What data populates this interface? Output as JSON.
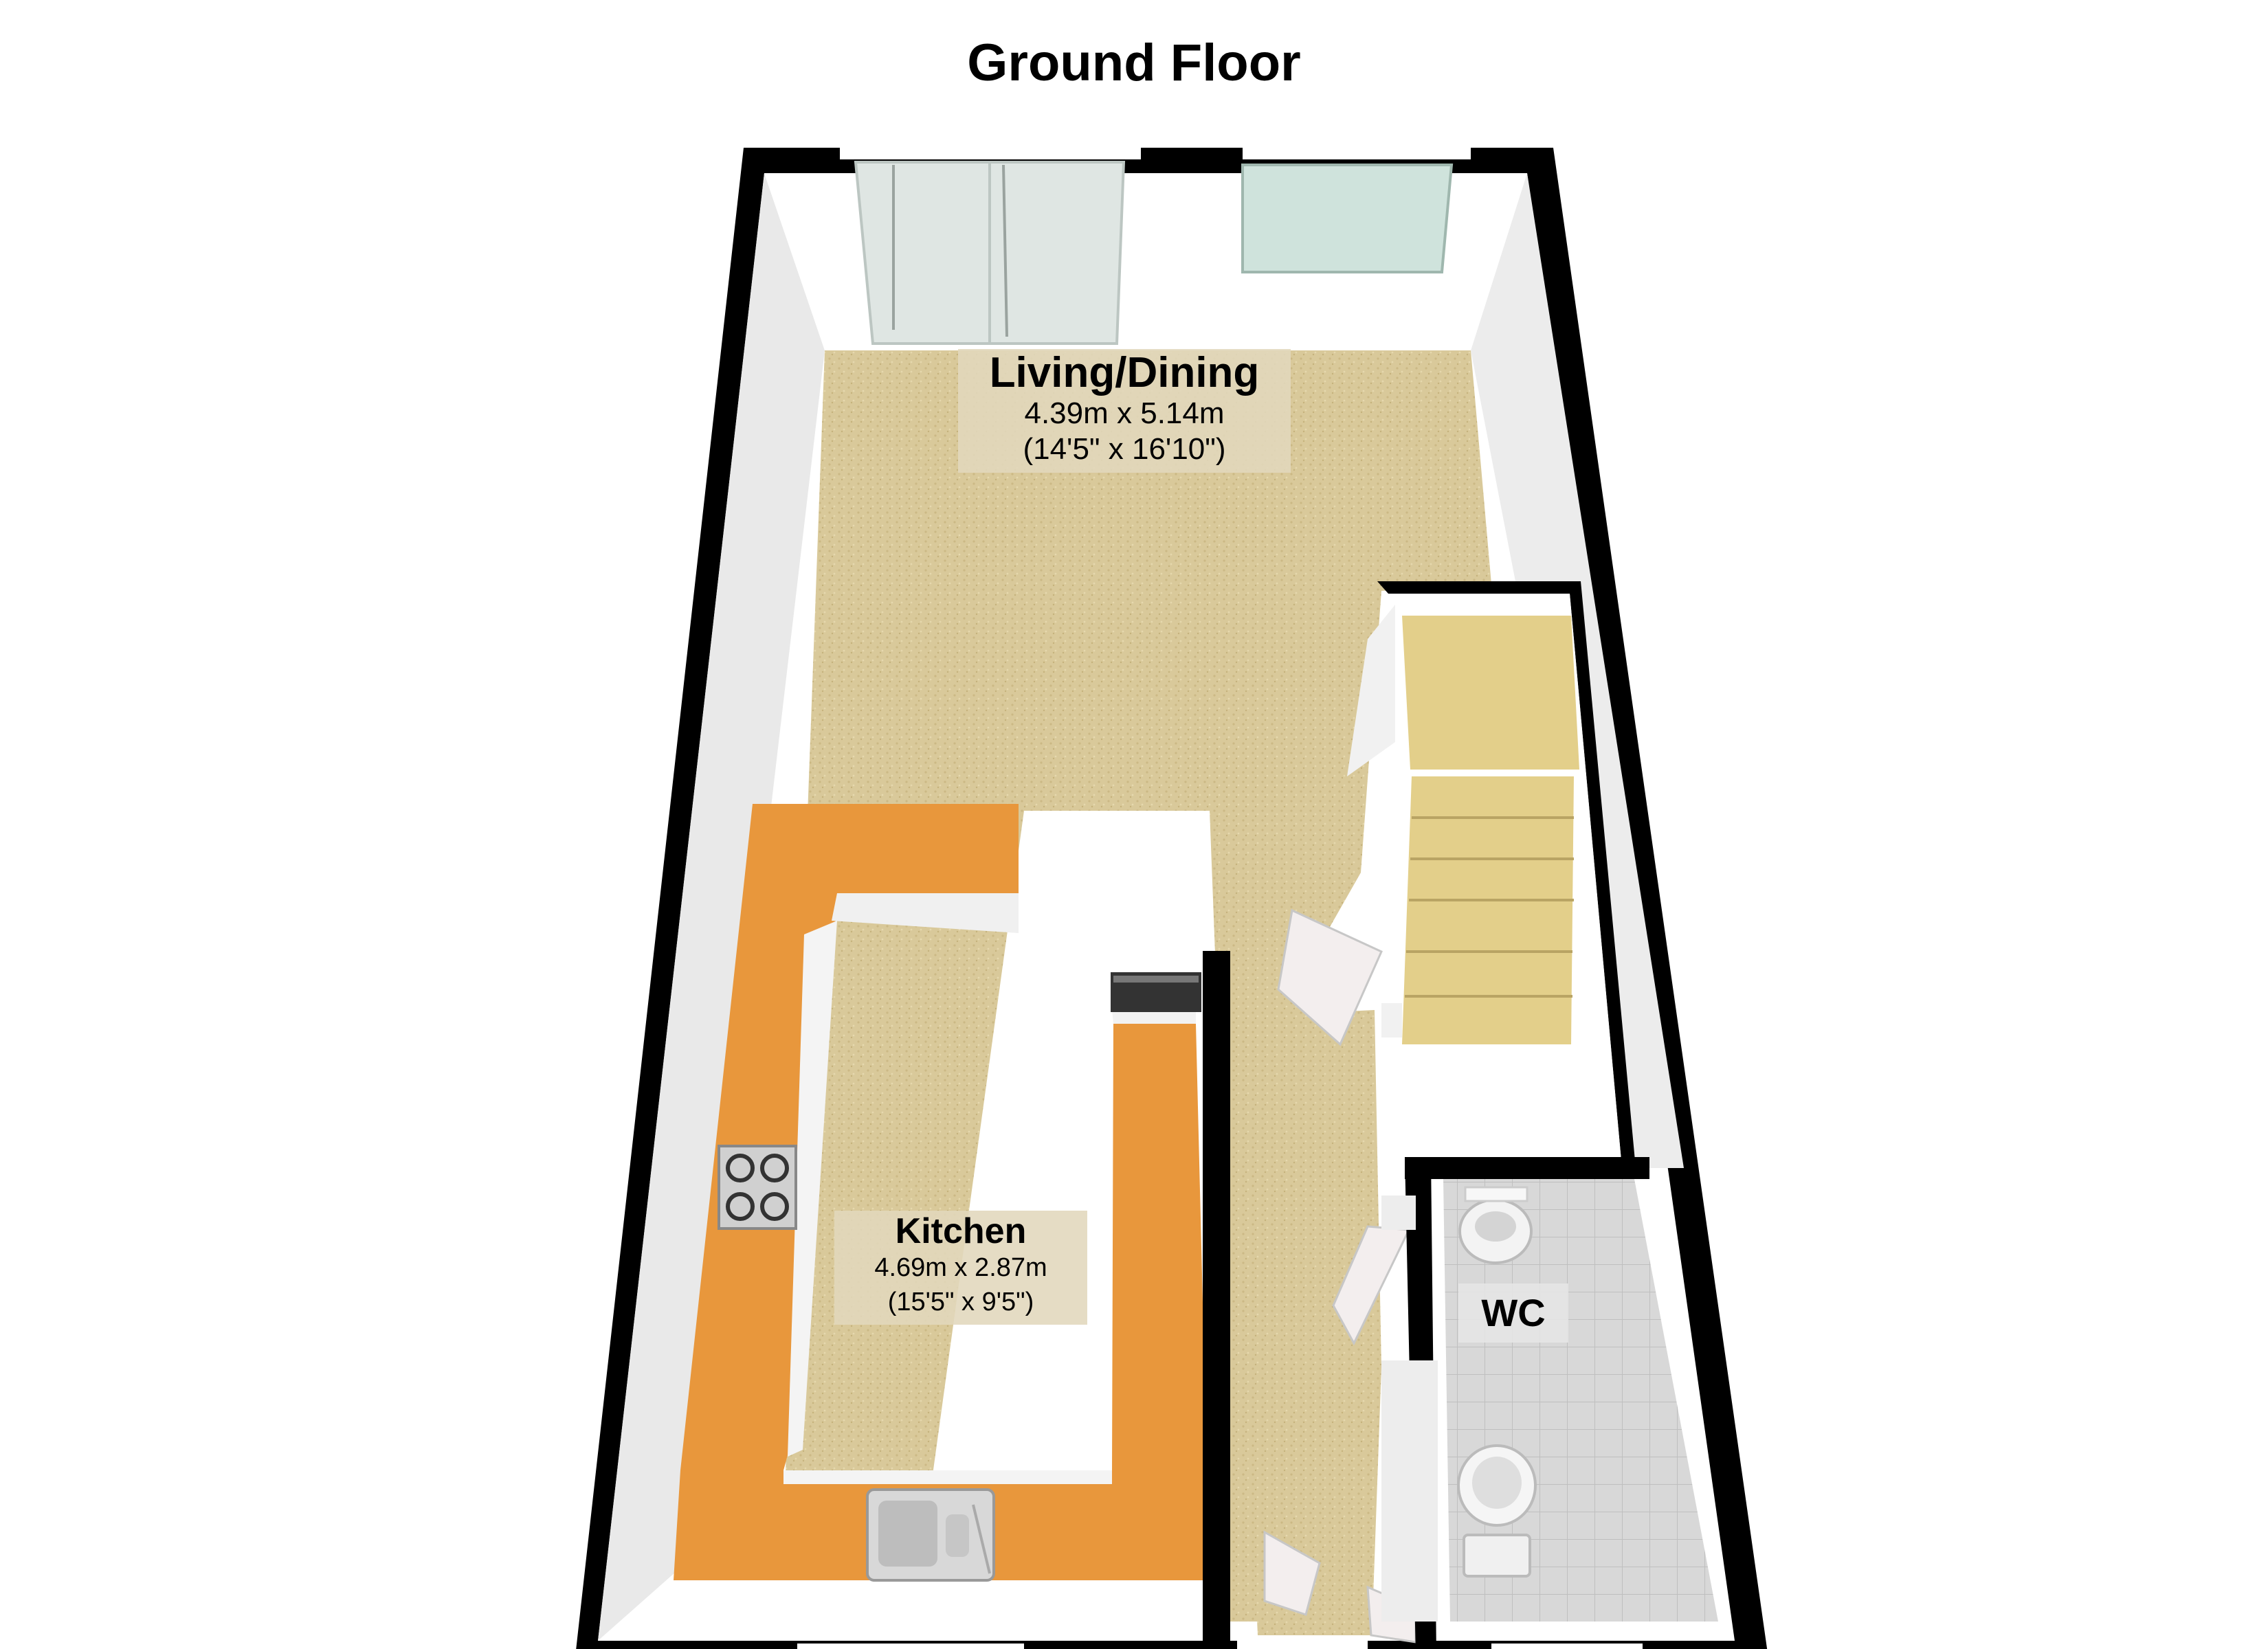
{
  "title": "Ground Floor",
  "rooms": {
    "living": {
      "name": "Living/Dining",
      "metric": "4.39m x 5.14m",
      "imperial": "(14'5\" x 16'10\")"
    },
    "kitchen": {
      "name": "Kitchen",
      "metric": "4.69m x 2.87m",
      "imperial": "(15'5\" x 9'5\")"
    },
    "wc": {
      "name": "WC"
    }
  },
  "colors": {
    "wall": "#000000",
    "carpet": "#d9c99a",
    "worktop": "#e8973c",
    "stairs": "#e3cf8a",
    "wc_floor": "#d8d8d8",
    "window_glass": "#cfe3dc"
  }
}
